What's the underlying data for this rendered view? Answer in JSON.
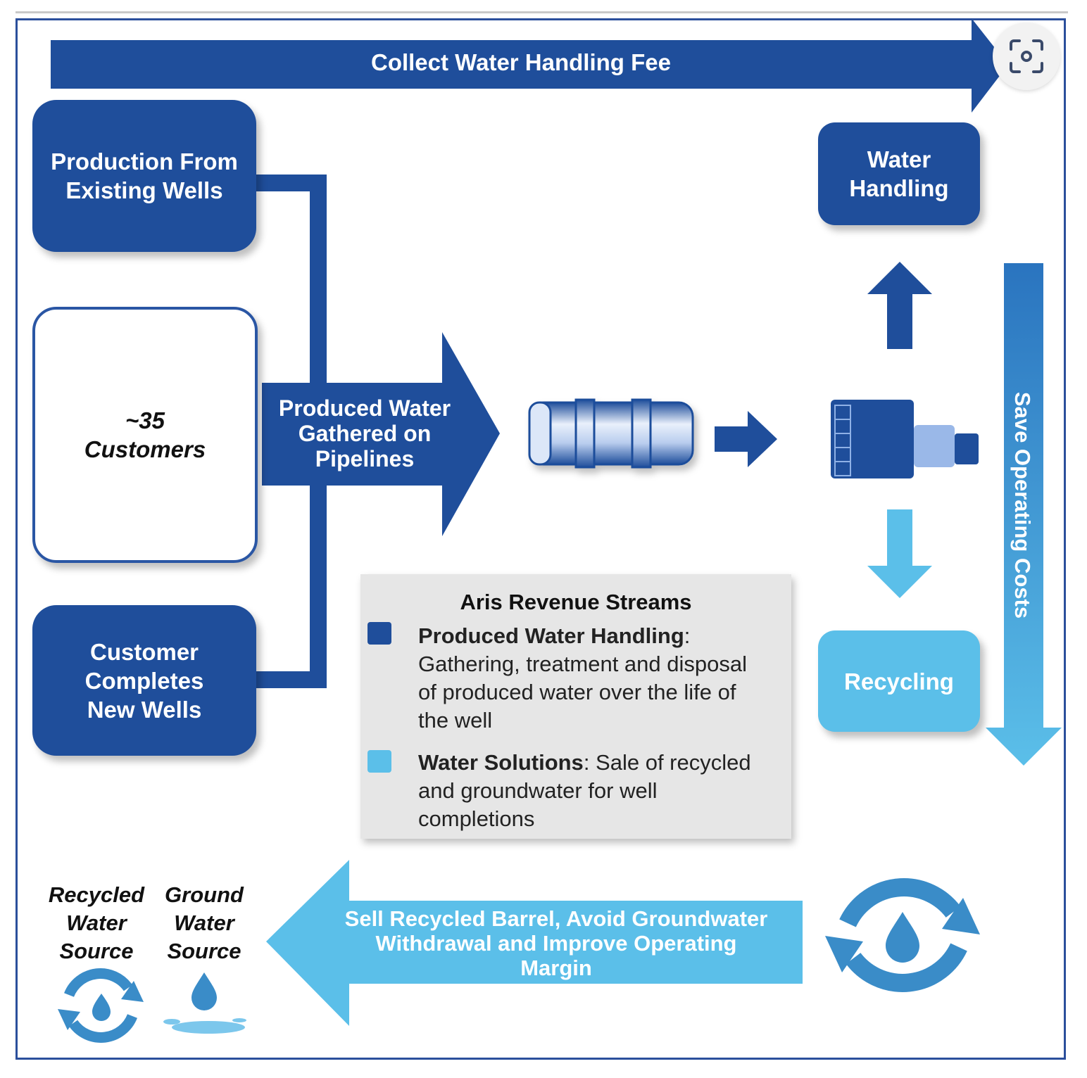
{
  "top_arrow": {
    "label": "Collect Water Handling Fee"
  },
  "boxes": {
    "production_existing": "Production From\nExisting Wells",
    "customers": "~35\nCustomers",
    "customer_new_wells": "Customer\nCompletes\nNew Wells",
    "water_handling": "Water\nHandling",
    "recycling": "Recycling"
  },
  "center_arrow": {
    "label": "Produced Water\nGathered on\nPipelines"
  },
  "right_arrow": {
    "label": "Save Operating Costs"
  },
  "bottom_arrow": {
    "label": "Sell Recycled Barrel, Avoid Groundwater\nWithdrawal and Improve Operating\nMargin"
  },
  "legend": {
    "title": "Aris Revenue Streams",
    "items": [
      {
        "name": "Produced Water Handling",
        "description": "Gathering, treatment and disposal of produced water over the life of the well",
        "color": "#1f4e9b"
      },
      {
        "name": "Water Solutions",
        "description": "Sale of recycled and groundwater for well completions",
        "color": "#5bbfe9"
      }
    ]
  },
  "sources": {
    "recycled": "Recycled\nWater\nSource",
    "ground": "Ground\nWater\nSource"
  },
  "colors": {
    "dark_blue": "#1f4e9b",
    "light_blue": "#5bbfe9",
    "mid_blue": "#3a8cc8"
  },
  "icons": [
    "pipeline-icon",
    "storage-tank-icon",
    "recycle-water-icon",
    "water-drop-icon",
    "fullscreen-icon"
  ]
}
